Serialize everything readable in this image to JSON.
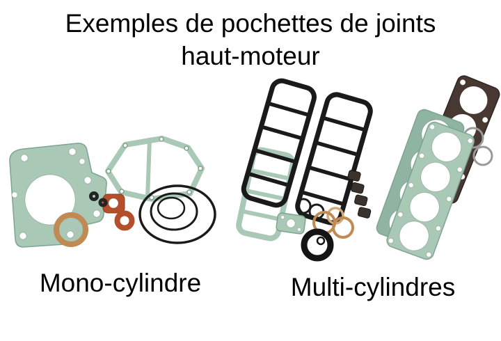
{
  "title": {
    "line1": "Exemples de pochettes de joints",
    "line2": "haut-moteur"
  },
  "captions": {
    "mono": "Mono-cylindre",
    "multi": "Multi-cylindres"
  },
  "colors": {
    "background": "#ffffff",
    "text": "#000000",
    "gasket_paper_green": "#a9c8b6",
    "gasket_paper_green_deep": "#8fb5a2",
    "gasket_paper_green_edge": "#7da492",
    "gasket_rubber_black": "#1a1a1a",
    "gasket_copper": "#c08a55",
    "gasket_copper_light": "#d2a878",
    "gasket_orange": "#b44f2b",
    "gasket_dark_brown": "#473831",
    "seal_dark": "#3a322c",
    "metal_gray": "#9a9a9a"
  }
}
